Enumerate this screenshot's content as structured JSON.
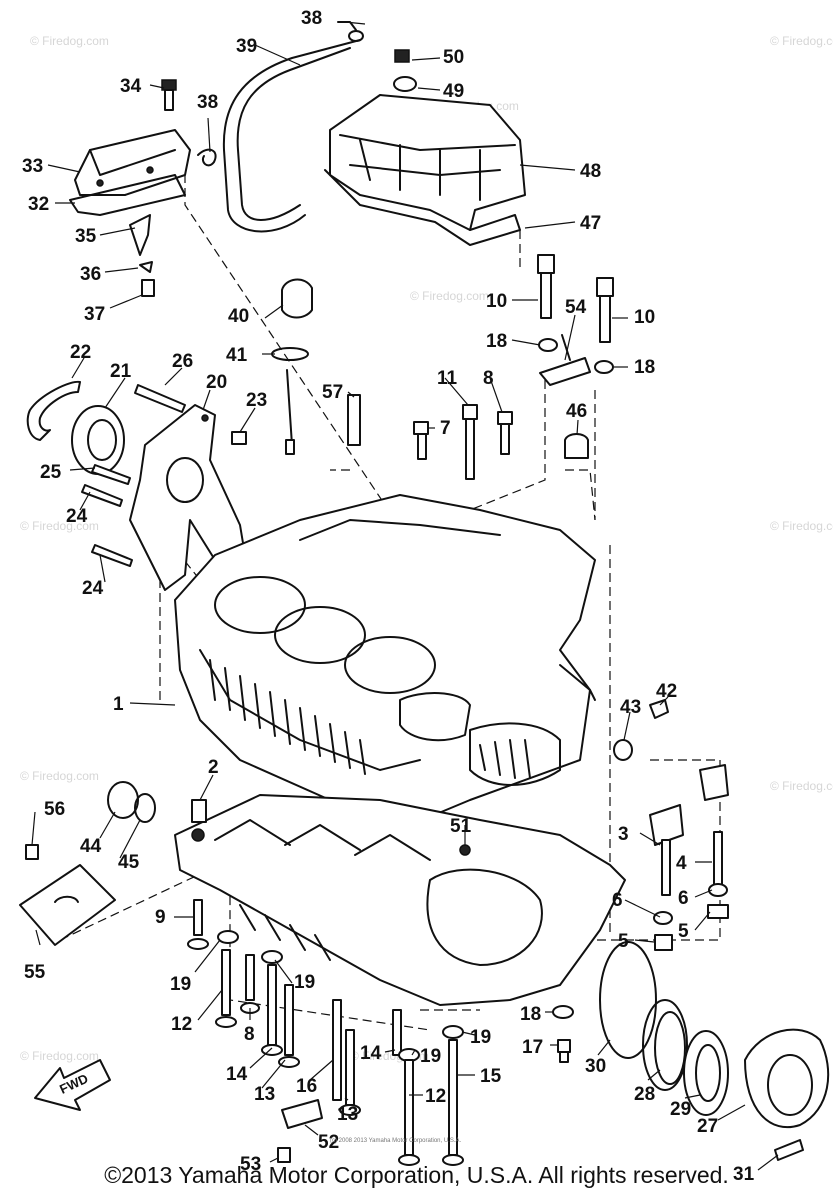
{
  "watermark": "© Firedog.com",
  "tiny_notice": "(c) 2008 2013 Yamaha Motor Corporation, U.S.A.",
  "direction_badge": "FWD",
  "copyright": "©2013 Yamaha Motor Corporation, U.S.A. All rights reserved.",
  "callouts": {
    "c1": "1",
    "c2": "2",
    "c3": "3",
    "c4": "4",
    "c5a": "5",
    "c5b": "5",
    "c6a": "6",
    "c6b": "6",
    "c7": "7",
    "c8a": "8",
    "c8b": "8",
    "c9": "9",
    "c10a": "10",
    "c10b": "10",
    "c11": "11",
    "c12a": "12",
    "c12b": "12",
    "c13a": "13",
    "c13b": "13",
    "c14a": "14",
    "c14b": "14",
    "c15": "15",
    "c16": "16",
    "c17": "17",
    "c18a": "18",
    "c18b": "18",
    "c18c": "18",
    "c19a": "19",
    "c19b": "19",
    "c19c": "19",
    "c19d": "19",
    "c20": "20",
    "c21": "21",
    "c22": "22",
    "c23": "23",
    "c24a": "24",
    "c24b": "24",
    "c25": "25",
    "c26": "26",
    "c27": "27",
    "c28": "28",
    "c29": "29",
    "c30": "30",
    "c31": "31",
    "c32": "32",
    "c33": "33",
    "c34": "34",
    "c35": "35",
    "c36": "36",
    "c37": "37",
    "c38a": "38",
    "c38b": "38",
    "c39": "39",
    "c40": "40",
    "c41": "41",
    "c42": "42",
    "c43": "43",
    "c44": "44",
    "c45": "45",
    "c46": "46",
    "c47": "47",
    "c48": "48",
    "c49": "49",
    "c50": "50",
    "c51": "51",
    "c52": "52",
    "c53": "53",
    "c54": "54",
    "c55": "55",
    "c56": "56",
    "c57": "57"
  }
}
